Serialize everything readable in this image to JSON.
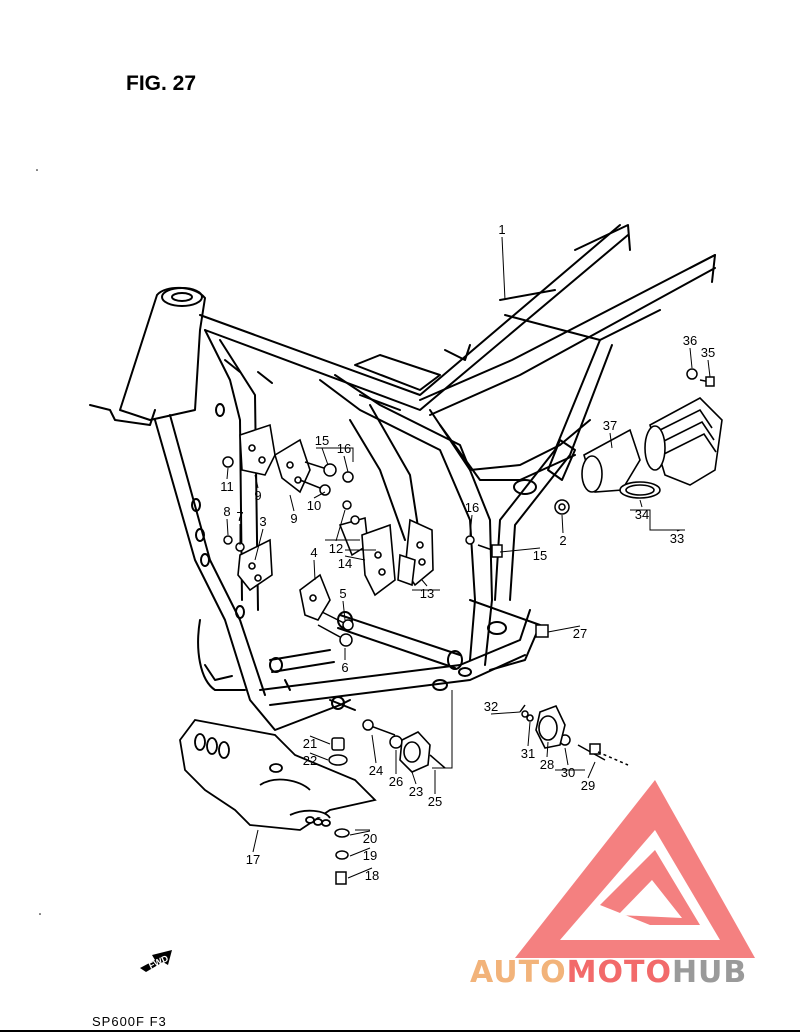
{
  "figure": {
    "title": "FIG. 27",
    "footer_code": "SP600F  F3",
    "fwd_label": "FWD"
  },
  "watermark": {
    "part_a": "AUTO",
    "part_b": "MOTO",
    "part_c": "HUB",
    "colors": {
      "auto": "#f2b37a",
      "moto": "#f26a6a",
      "hub": "#9a9a9a",
      "logo": "#f26a6a"
    }
  },
  "callouts": [
    "1",
    "2",
    "3",
    "4",
    "5",
    "6",
    "7",
    "8",
    "9",
    "9",
    "10",
    "11",
    "12",
    "13",
    "14",
    "15",
    "15",
    "16",
    "16",
    "17",
    "18",
    "19",
    "20",
    "21",
    "22",
    "23",
    "24",
    "25",
    "26",
    "27",
    "28",
    "29",
    "30",
    "31",
    "32",
    "33",
    "34",
    "35",
    "36",
    "37"
  ]
}
